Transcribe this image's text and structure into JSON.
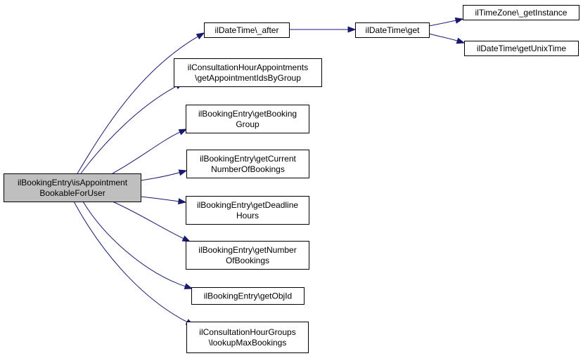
{
  "graph": {
    "colors": {
      "edge": "#191970",
      "root_fill": "#bfbfbf",
      "node_fill": "#ffffff",
      "border": "#000000"
    },
    "nodes": [
      {
        "id": "root",
        "lines": [
          "ilBookingEntry\\isAppointment",
          "BookableForUser"
        ]
      },
      {
        "id": "after",
        "lines": [
          "ilDateTime\\_after"
        ]
      },
      {
        "id": "get",
        "lines": [
          "ilDateTime\\get"
        ]
      },
      {
        "id": "tz",
        "lines": [
          "ilTimeZone\\_getInstance"
        ]
      },
      {
        "id": "unix",
        "lines": [
          "ilDateTime\\getUnixTime"
        ]
      },
      {
        "id": "appt",
        "lines": [
          "ilConsultationHourAppointments",
          "\\getAppointmentIdsByGroup"
        ]
      },
      {
        "id": "bgroup",
        "lines": [
          "ilBookingEntry\\getBooking",
          "Group"
        ]
      },
      {
        "id": "current",
        "lines": [
          "ilBookingEntry\\getCurrent",
          "NumberOfBookings"
        ]
      },
      {
        "id": "deadline",
        "lines": [
          "ilBookingEntry\\getDeadline",
          "Hours"
        ]
      },
      {
        "id": "number",
        "lines": [
          "ilBookingEntry\\getNumber",
          "OfBookings"
        ]
      },
      {
        "id": "objid",
        "lines": [
          "ilBookingEntry\\getObjId"
        ]
      },
      {
        "id": "lookup",
        "lines": [
          "ilConsultationHourGroups",
          "\\lookupMaxBookings"
        ]
      }
    ],
    "edges": [
      {
        "from": "root",
        "to": "after"
      },
      {
        "from": "root",
        "to": "appt"
      },
      {
        "from": "root",
        "to": "bgroup"
      },
      {
        "from": "root",
        "to": "current"
      },
      {
        "from": "root",
        "to": "deadline"
      },
      {
        "from": "root",
        "to": "number"
      },
      {
        "from": "root",
        "to": "objid"
      },
      {
        "from": "root",
        "to": "lookup"
      },
      {
        "from": "after",
        "to": "get"
      },
      {
        "from": "get",
        "to": "tz"
      },
      {
        "from": "get",
        "to": "unix"
      }
    ]
  }
}
